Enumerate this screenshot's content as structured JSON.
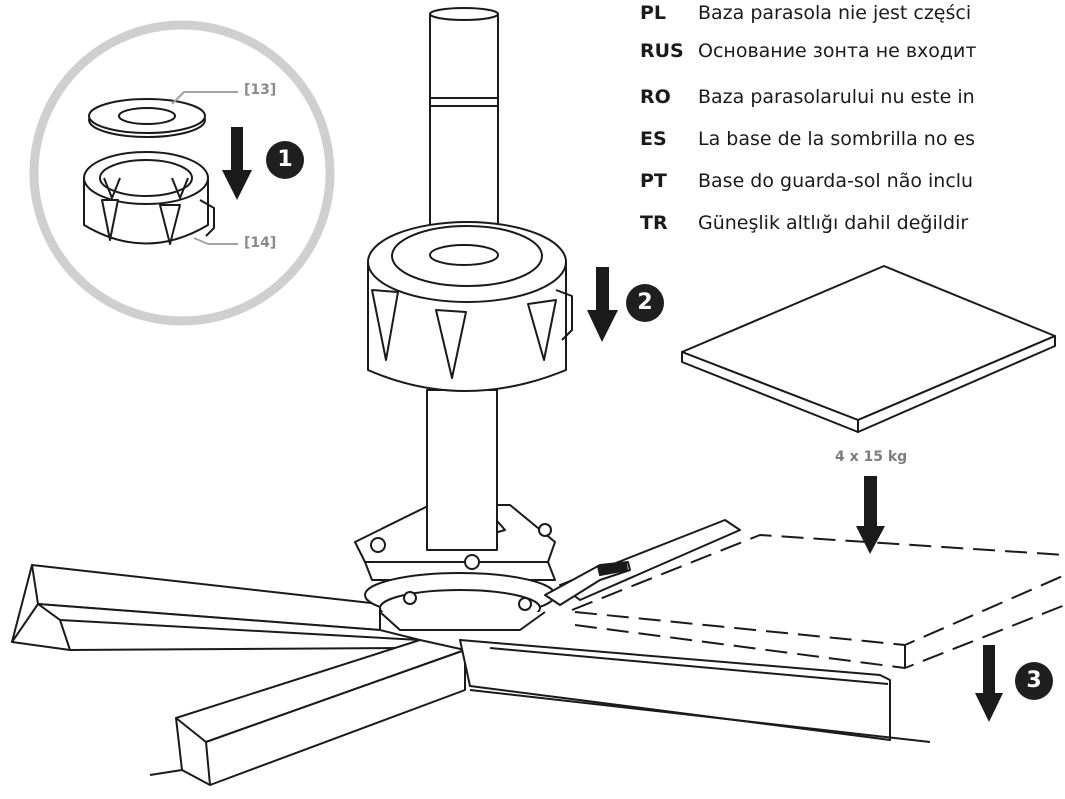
{
  "languages": [
    {
      "code": "PL",
      "text": "Baza parasola nie jest części"
    },
    {
      "code": "RUS",
      "text": "Основание зонта не входит"
    },
    {
      "code": "RO",
      "text": "Baza parasolarului nu este in"
    },
    {
      "code": "ES",
      "text": "La base de la sombrilla no es"
    },
    {
      "code": "PT",
      "text": "Base do guarda-sol não inclu"
    },
    {
      "code": "TR",
      "text": "Güneşlik altlığı dahil değildir"
    }
  ],
  "parts": {
    "washer": "[13]",
    "cap": "[14]"
  },
  "weight": "4 x 15 kg",
  "steps": [
    "1",
    "2",
    "3"
  ],
  "colors": {
    "line": "#1a1a1a",
    "muted": "#8a8a8a",
    "circle": "#cfcfcf",
    "badge": "#1f1f1f"
  }
}
